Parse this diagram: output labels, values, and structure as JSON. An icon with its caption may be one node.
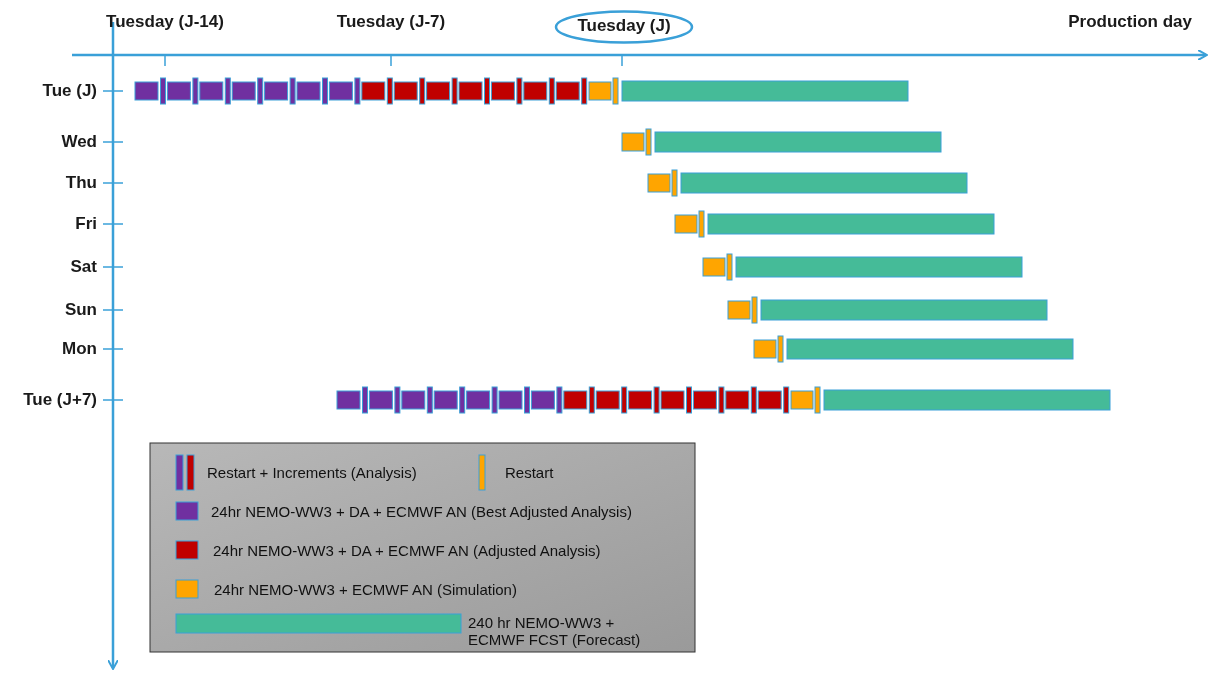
{
  "diagram": {
    "nodes": [
      {
        "text": [
          "Tuesday (J)"
        ]
      }
    ],
    "labels": [
      "Tuesday (J-14)",
      "Tuesday (J-7)",
      "Production day",
      "Tue (J)",
      "Wed",
      "Thu",
      "Fri",
      "Sat",
      "Sun",
      "Mon",
      "Tue (J+7)"
    ],
    "legend": [
      {
        "text": "Restart + Increments (Analysis)"
      },
      {
        "text": "Restart",
        "color": "#ffa500"
      },
      {
        "text": "24hr NEMO-WW3 + DA + ECMWF AN (Best Adjusted Analysis)",
        "color": "#7030a0"
      },
      {
        "text": "24hr NEMO-WW3 + DA + ECMWF AN (Adjusted Analysis)",
        "color": "#c00000"
      },
      {
        "text": "24hr NEMO-WW3 + ECMWF AN (Simulation)",
        "color": "#ffa500"
      },
      {
        "text": "240 hr NEMO-WW3 + ECMWF FCST (Forecast)",
        "color": "#45bb98"
      }
    ]
  }
}
